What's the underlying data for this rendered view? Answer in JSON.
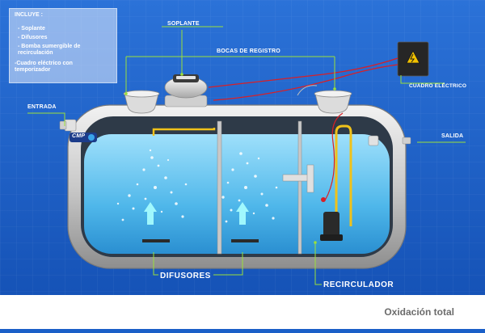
{
  "includes": {
    "heading": "INCLUYE :",
    "items": [
      "- Soplante",
      "- Difusores",
      "- Bomba sumergible de recirculación",
      "-Cuadro eléctrico con temporizador"
    ]
  },
  "labels": {
    "soplante": "SOPLANTE",
    "bocas": "BOCAS DE REGISTRO",
    "entrada": "ENTRADA",
    "salida": "SALIDA",
    "cuadro": "CUADRO ELÉCTRICO",
    "difusores": "DIFUSORES",
    "recirculador": "RECIRCULADOR",
    "brand": "CMP"
  },
  "footer": {
    "title": "Oxidación total"
  },
  "colors": {
    "background": "#1a5fc8",
    "leader": "#9be03a",
    "cable": "#d91f26",
    "water": "#5ec3ee",
    "pipe": "#f0c21a",
    "tank": "#d8d8d8"
  }
}
